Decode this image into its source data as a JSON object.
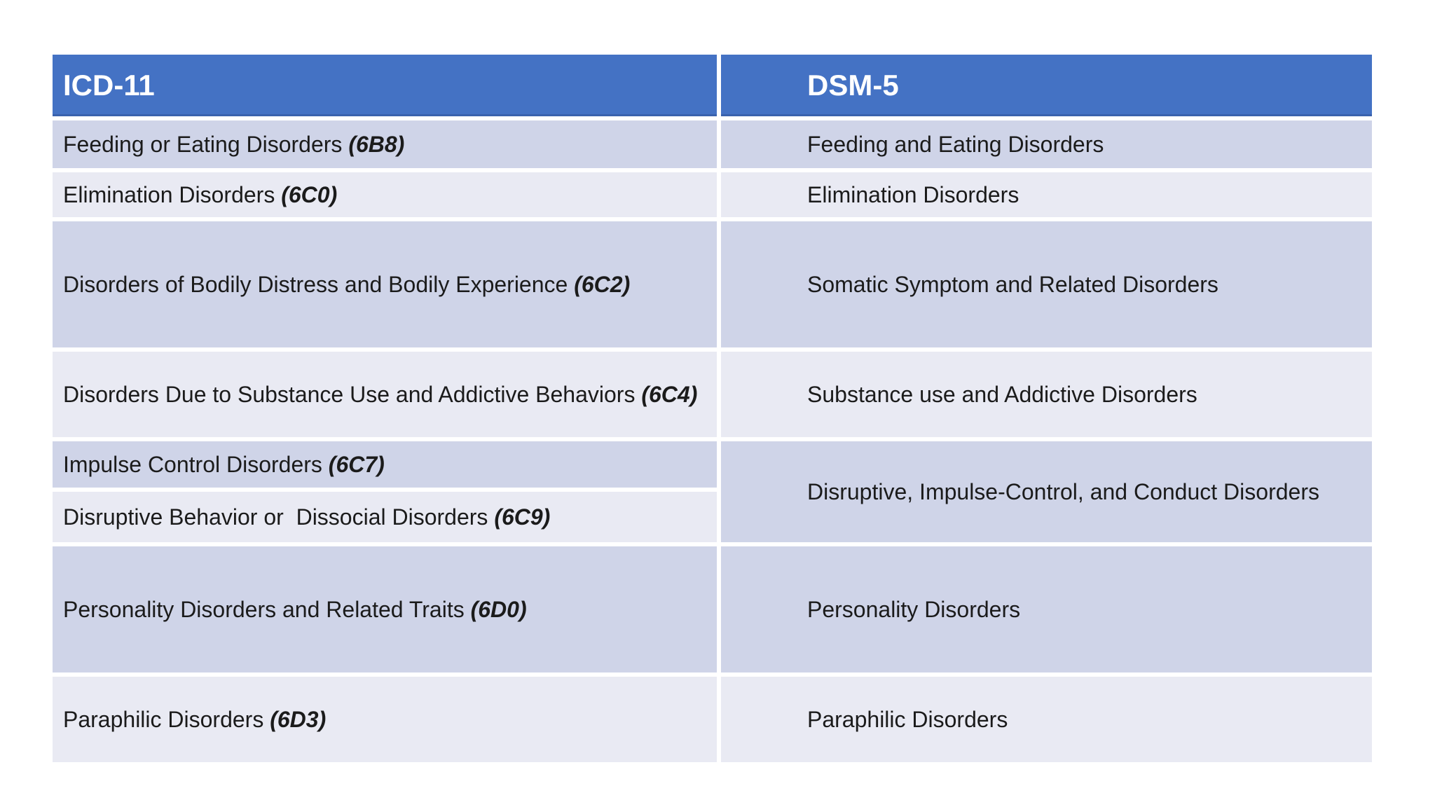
{
  "table": {
    "headers": [
      "ICD-11",
      "DSM-5"
    ],
    "colors": {
      "header_bg": "#4472c4",
      "header_edge": "#3a62ad",
      "header_text": "#ffffff",
      "band_dark": "#cfd4e8",
      "band_light": "#e9eaf3",
      "body_text": "#1b1b1b",
      "grid_gap": "#ffffff"
    },
    "rows": [
      {
        "icd": "Feeding or Eating Disorders ",
        "code": "(6B8)",
        "dsm": "Feeding and Eating Disorders"
      },
      {
        "icd": "Elimination Disorders ",
        "code": "(6C0)",
        "dsm": "Elimination Disorders"
      },
      {
        "icd": "Disorders of Bodily Distress and Bodily Experience ",
        "code": "(6C2)",
        "dsm": "Somatic Symptom and Related Disorders"
      },
      {
        "icd": "Disorders Due to Substance Use and Addictive Behaviors ",
        "code": "(6C4)",
        "dsm": "Substance use and Addictive Disorders"
      },
      {
        "icd": "Impulse Control Disorders ",
        "code": "(6C7)",
        "dsm": "Disruptive, Impulse-Control, and Conduct Disorders"
      },
      {
        "icd": "Disruptive Behavior or  Dissocial Disorders ",
        "code": "(6C9)",
        "dsm": ""
      },
      {
        "icd": "Personality Disorders and Related Traits ",
        "code": "(6D0)",
        "dsm": "Personality Disorders"
      },
      {
        "icd": "Paraphilic Disorders ",
        "code": "(6D3)",
        "dsm": "Paraphilic Disorders"
      }
    ]
  }
}
